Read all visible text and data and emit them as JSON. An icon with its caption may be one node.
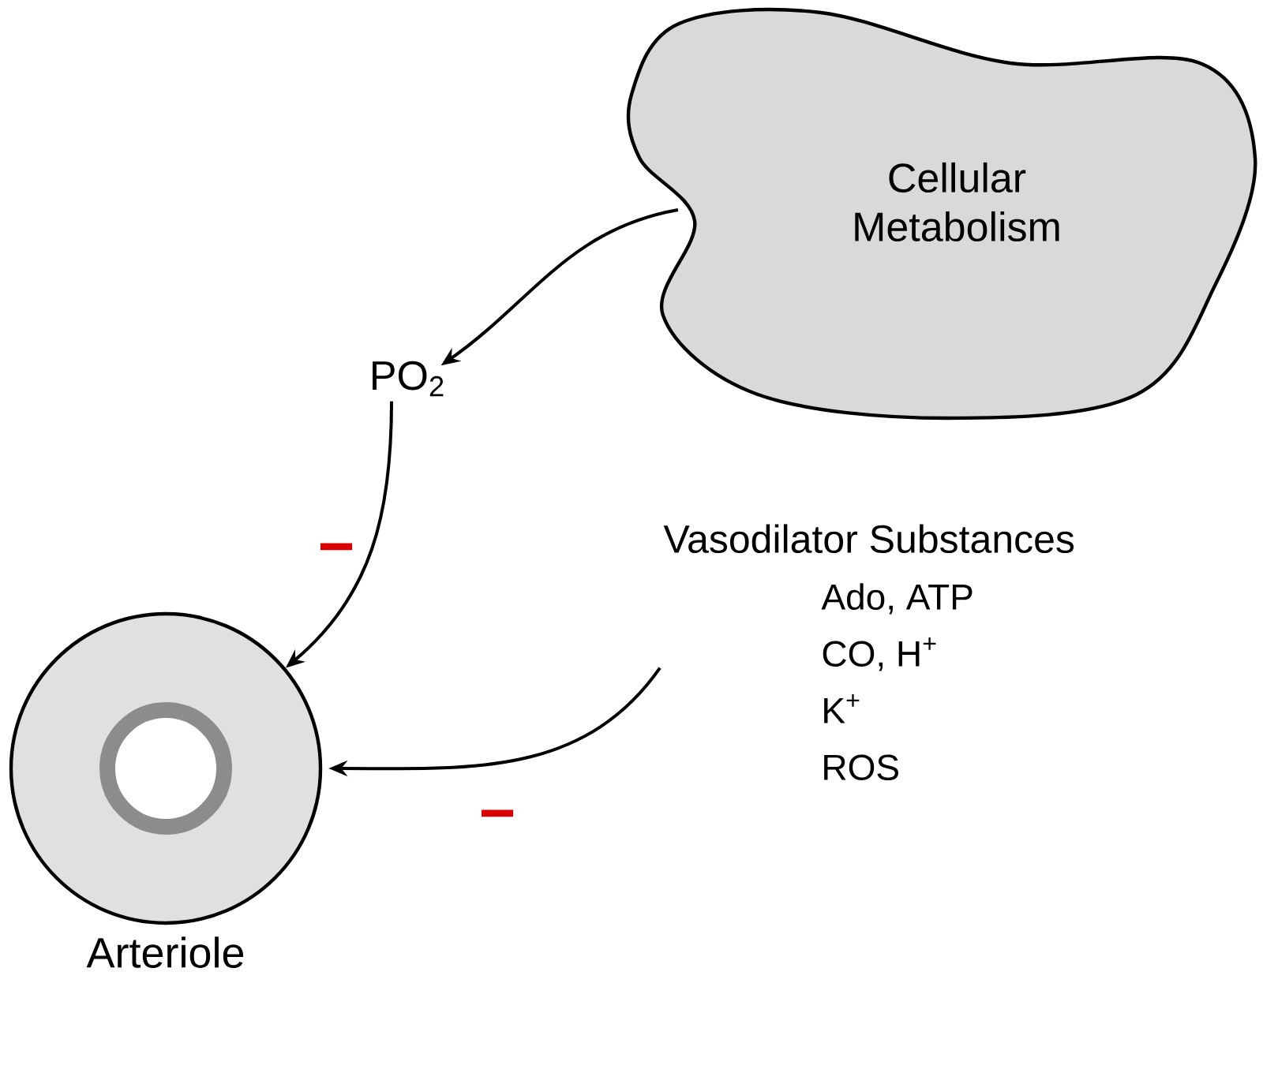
{
  "diagram": {
    "nodes": [
      {
        "text": [
          "Cellular Metabolism"
        ]
      },
      {
        "text": [
          "PO$_{2}$"
        ]
      },
      {
        "text": [
          "Vasodilator Substances",
          "Ado, ATP",
          "CO, H$^{+}$",
          "K$^{+}$",
          "ROS"
        ]
      },
      {
        "text": [
          "Arteriole"
        ]
      }
    ],
    "edges": [
      {
        "from": 0,
        "to": 1,
        "arrow": "to"
      },
      {
        "from": 1,
        "to": 3,
        "arrow": "to",
        "label": "−"
      },
      {
        "from": 2,
        "to": 3,
        "arrow": "to",
        "label": "−"
      }
    ]
  }
}
